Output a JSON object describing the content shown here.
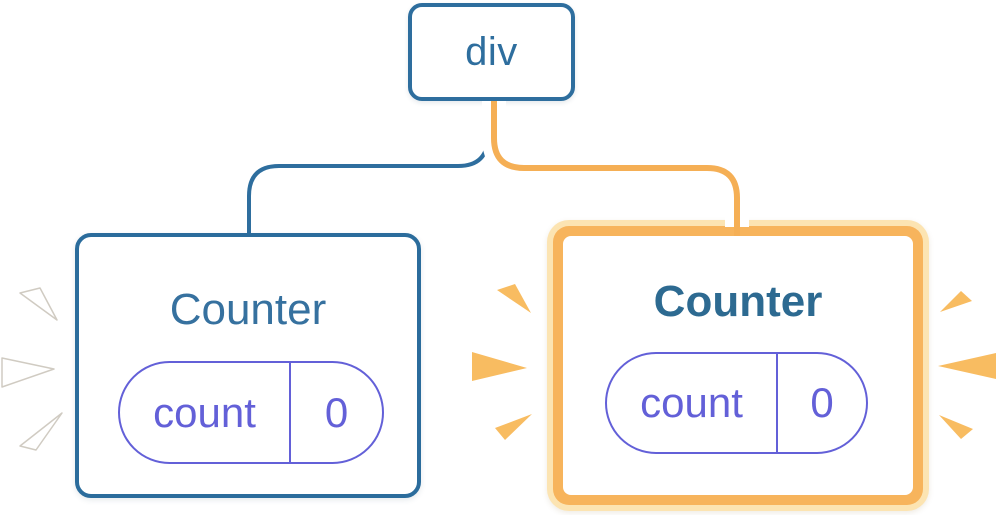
{
  "diagram": {
    "root": {
      "label": "div"
    },
    "children": [
      {
        "title": "Counter",
        "state": {
          "key": "count",
          "value": "0"
        },
        "highlighted": false
      },
      {
        "title": "Counter",
        "state": {
          "key": "count",
          "value": "0"
        },
        "highlighted": true
      }
    ]
  },
  "colors": {
    "background": "#ffffff",
    "blue": "#2e6e9e",
    "card_blue_border": "#2b6c9c",
    "title_blue": "#36719f",
    "title_blue_bold": "#2d6a91",
    "purple": "#6360d8",
    "orange_line": "#f5af55",
    "orange_border": "#f7b45c",
    "cream_border": "#fce4b2",
    "sparkle_orange": "#f8bc61",
    "sparkle_white": "#ffffff"
  }
}
